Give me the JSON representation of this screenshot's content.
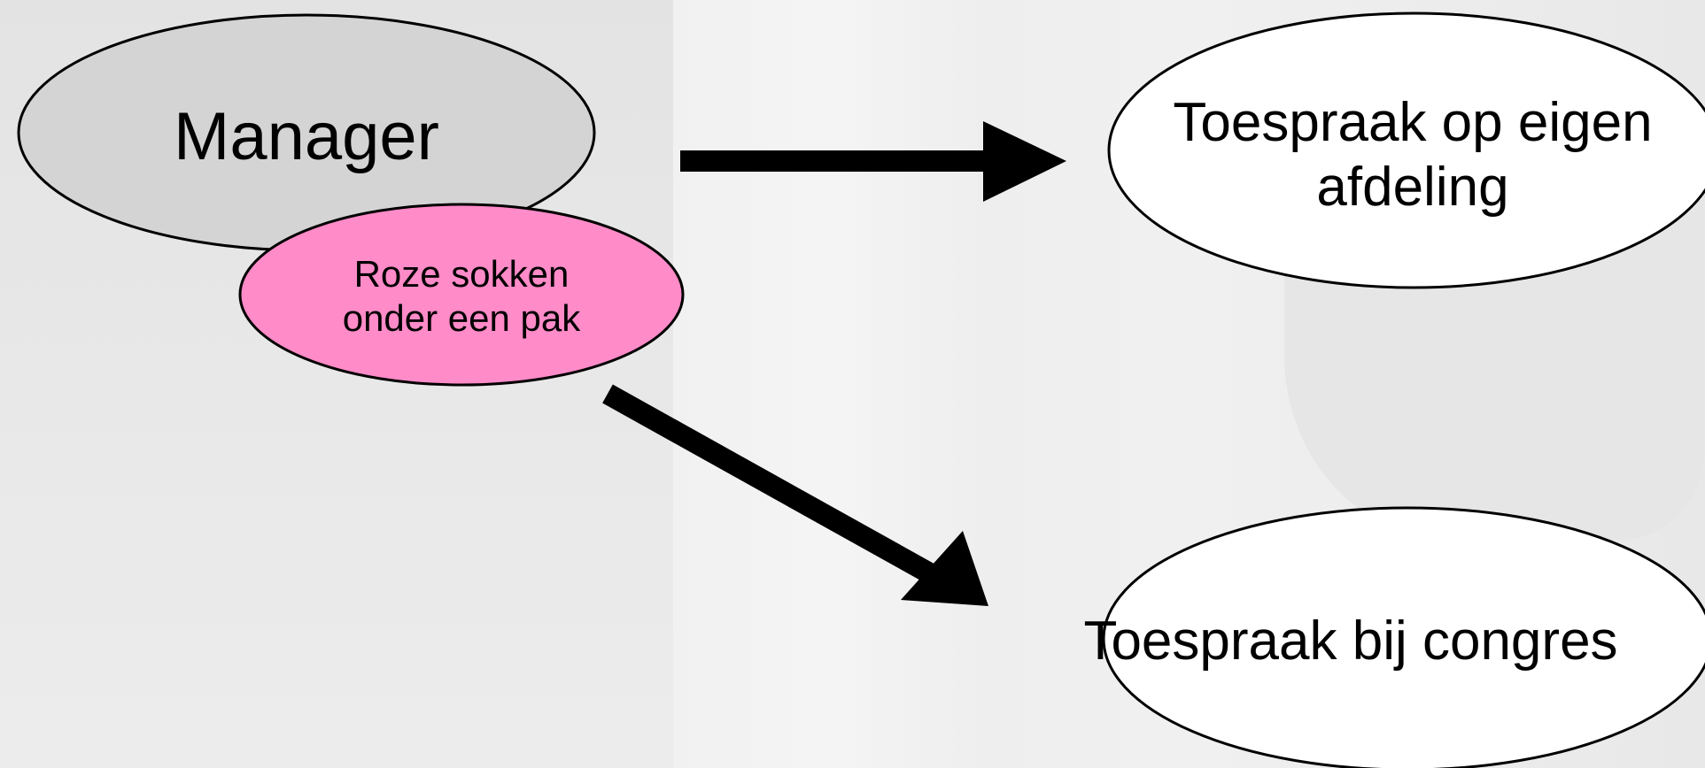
{
  "nodes": {
    "manager": {
      "label": "Manager",
      "fill": "#d4d4d4"
    },
    "socks": {
      "label": "Roze sokken\nonder een pak",
      "fill": "#ff8bc8"
    },
    "speech_department": {
      "label": "Toespraak op eigen\nafdeling",
      "fill": "#ffffff"
    },
    "speech_congress": {
      "label": "Toespraak bij congres",
      "fill": "#ffffff"
    }
  },
  "edges": [
    {
      "from": "manager",
      "to": "speech_department"
    },
    {
      "from": "socks",
      "to": "speech_congress"
    }
  ],
  "colors": {
    "stroke": "#000000",
    "arrow": "#000000"
  }
}
